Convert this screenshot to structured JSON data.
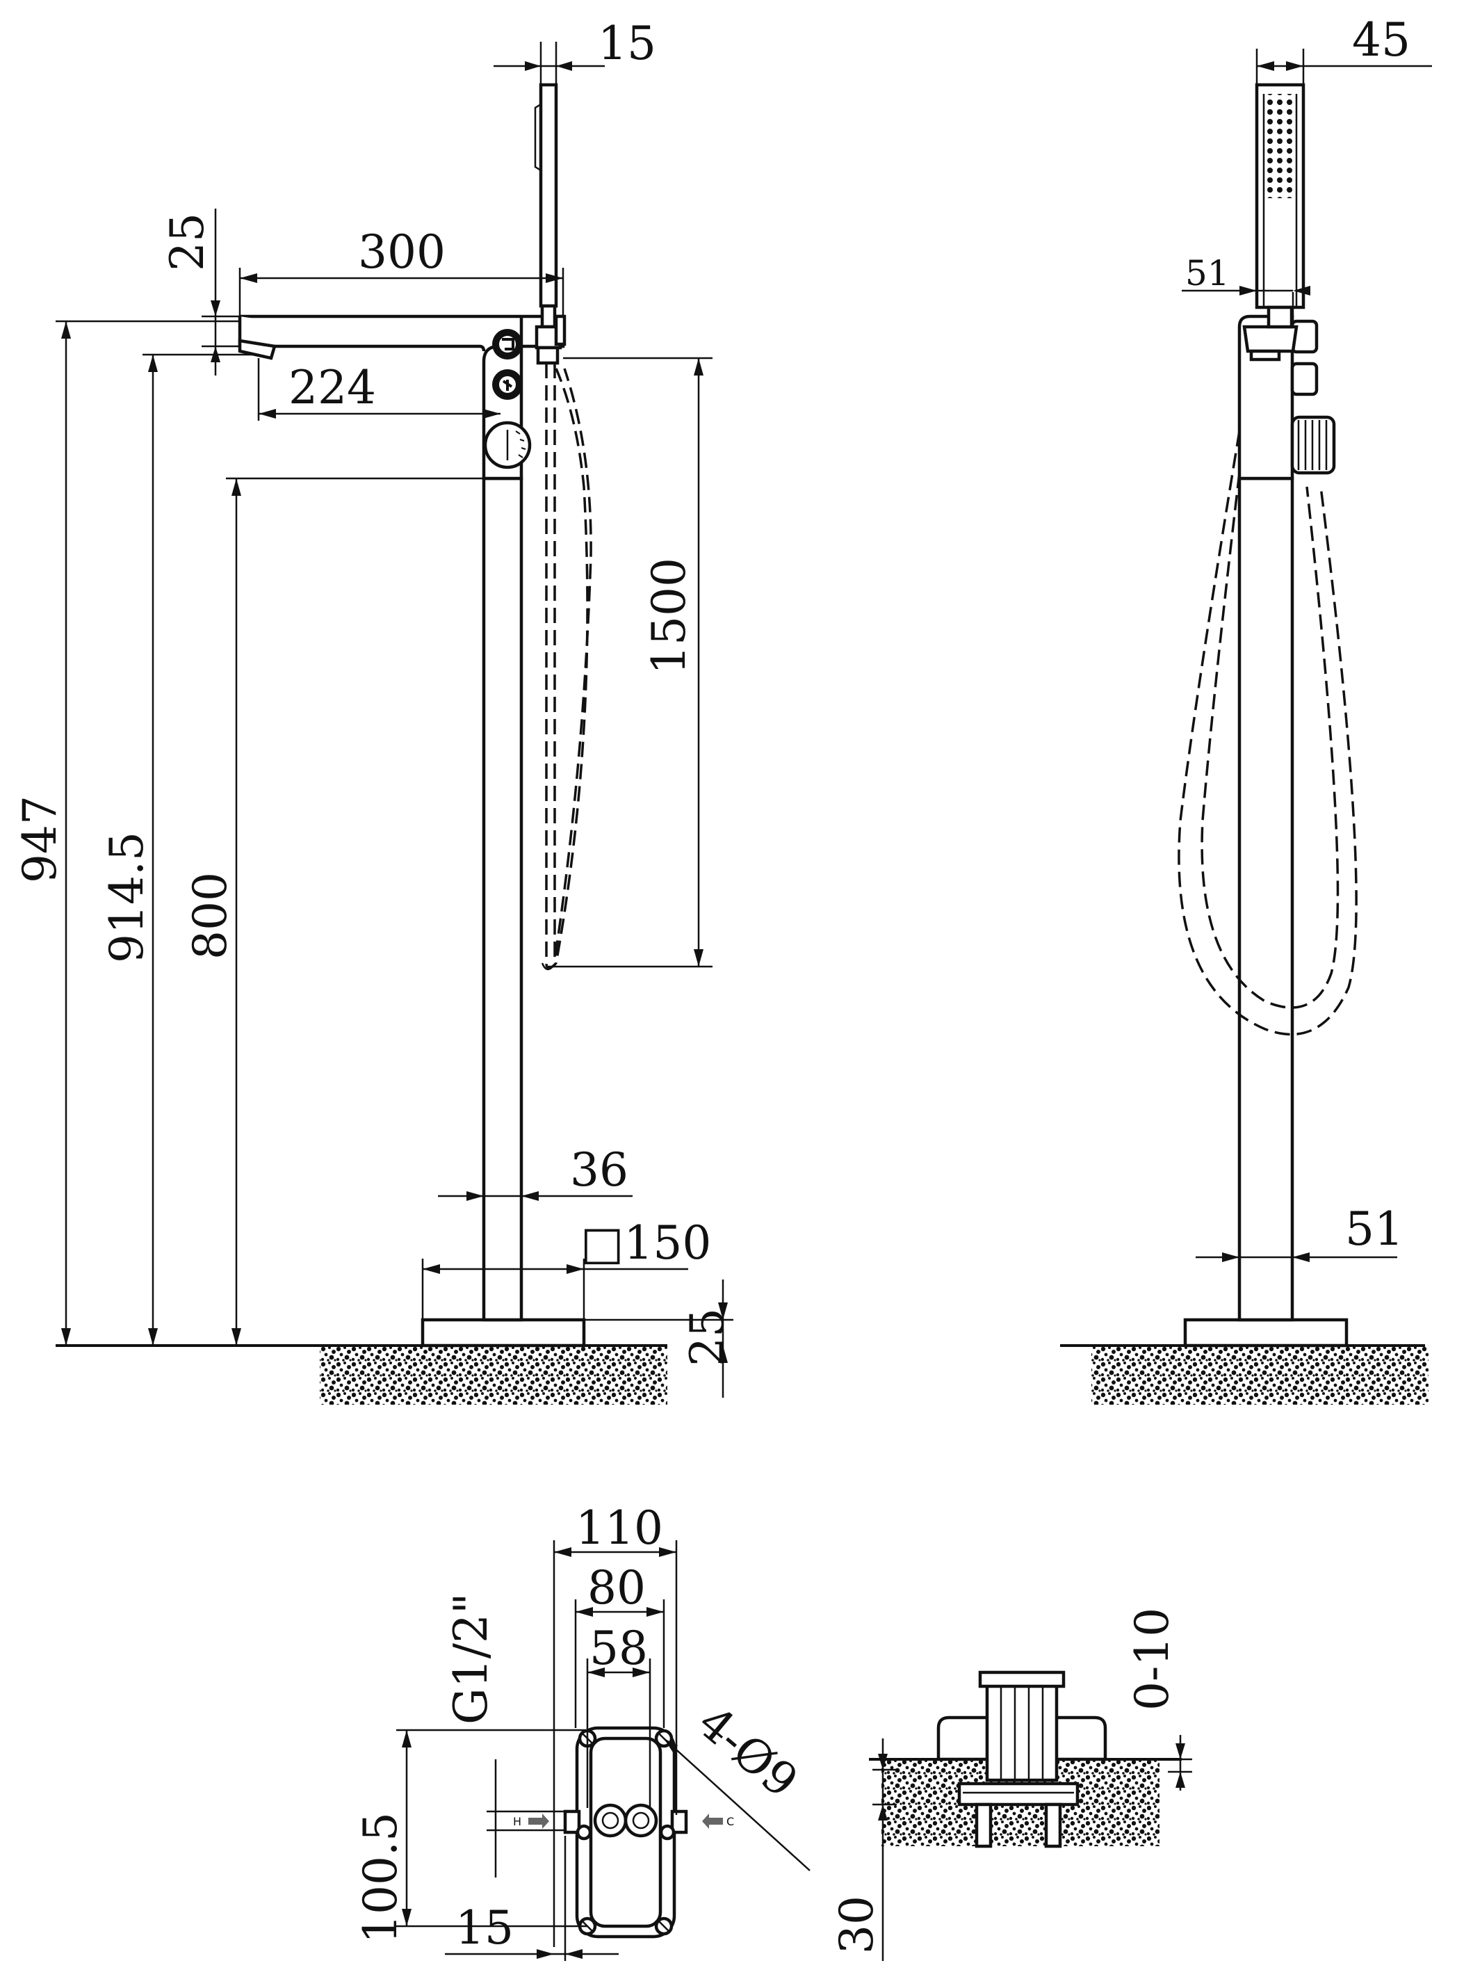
{
  "front_view": {
    "dim_spout_length": "300",
    "dim_spout_height": "25",
    "dim_spout_reach": "224",
    "dim_handshower_width": "15",
    "dim_hose_length": "1500",
    "dim_total_height": "947",
    "dim_spout_outlet_height": "914.5",
    "dim_body_height": "800",
    "dim_column_width": "36",
    "dim_base_size": "□150",
    "dim_base_thickness": "25"
  },
  "side_view": {
    "dim_handshower_head": "45",
    "dim_handshower_offset": "51",
    "dim_column_width": "51"
  },
  "base_plan": {
    "dim_width_outer": "110",
    "dim_width_mid": "80",
    "dim_width_inner": "58",
    "dim_thread": "G1/2\"",
    "dim_hole_spacing": "100.5",
    "dim_holes": "4-Ø9",
    "dim_offset": "15",
    "label_hot": "H",
    "label_cold": "C"
  },
  "install_detail": {
    "dim_adjust": "0-10",
    "dim_depth": "30"
  }
}
